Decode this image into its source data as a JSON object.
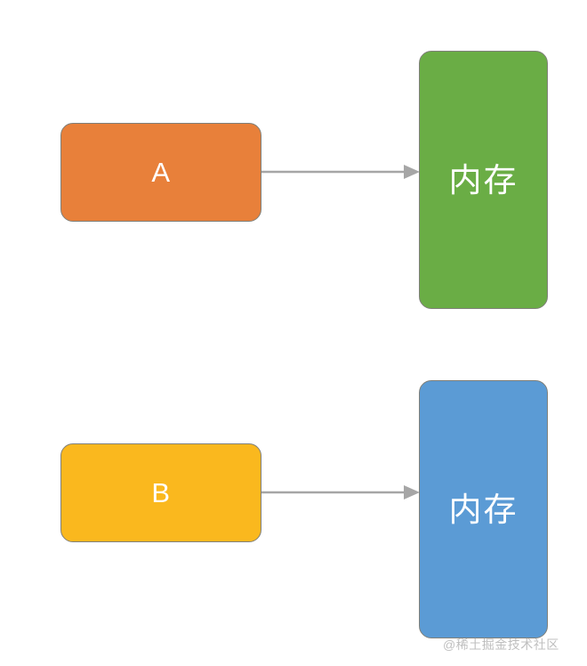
{
  "diagram": {
    "background": "#ffffff",
    "nodes": [
      {
        "id": "a",
        "label": "A",
        "fill": "#e8803a",
        "border": "#80807a",
        "text_color": "#ffffff"
      },
      {
        "id": "memory-green",
        "label": "内存",
        "fill": "#6aad45",
        "border": "#80807a",
        "text_color": "#ffffff"
      },
      {
        "id": "b",
        "label": "B",
        "fill": "#fab81e",
        "border": "#80807a",
        "text_color": "#ffffff"
      },
      {
        "id": "memory-blue",
        "label": "内存",
        "fill": "#5b9bd5",
        "border": "#80807a",
        "text_color": "#ffffff"
      }
    ],
    "edges": [
      {
        "id": "edge-a-to-memory",
        "from": "a",
        "to": "memory-green",
        "color": "#a6a6a6",
        "label": ""
      },
      {
        "id": "edge-b-to-memory",
        "from": "b",
        "to": "memory-blue",
        "color": "#a6a6a6",
        "label": ""
      }
    ]
  },
  "watermark": {
    "text": "@稀土掘金技术社区",
    "color": "#bfbfbf"
  }
}
